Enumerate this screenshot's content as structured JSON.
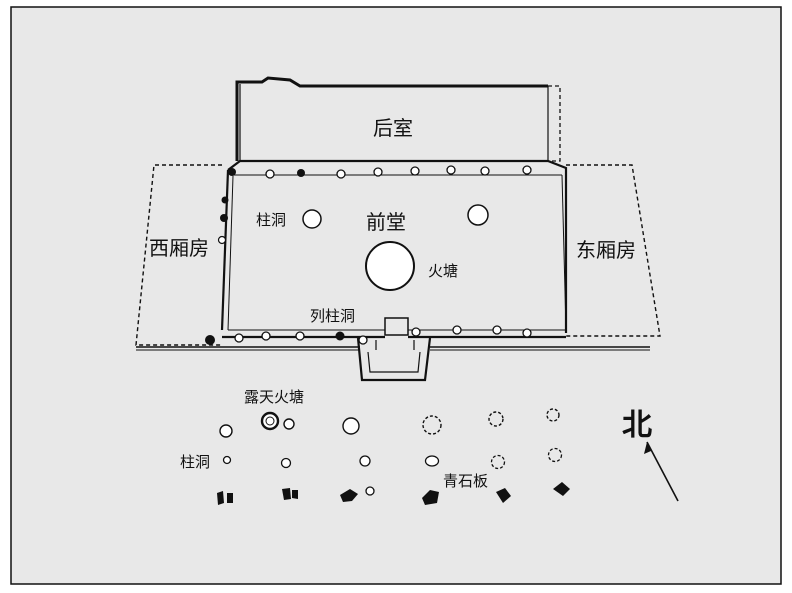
{
  "labels": {
    "rear_room": "后室",
    "front_hall": "前堂",
    "west_wing": "西厢房",
    "east_wing": "东厢房",
    "post_hole_hall": "柱洞",
    "fire_pit": "火塘",
    "column_post_holes": "列柱洞",
    "open_air_fire_pit": "露天火塘",
    "post_hole_yard": "柱洞",
    "bluestone_slab": "青石板",
    "north": "北"
  },
  "colors": {
    "background": "#ffffff",
    "frame": "#111111",
    "panel": "#e8e8e8",
    "ink": "#111111"
  }
}
